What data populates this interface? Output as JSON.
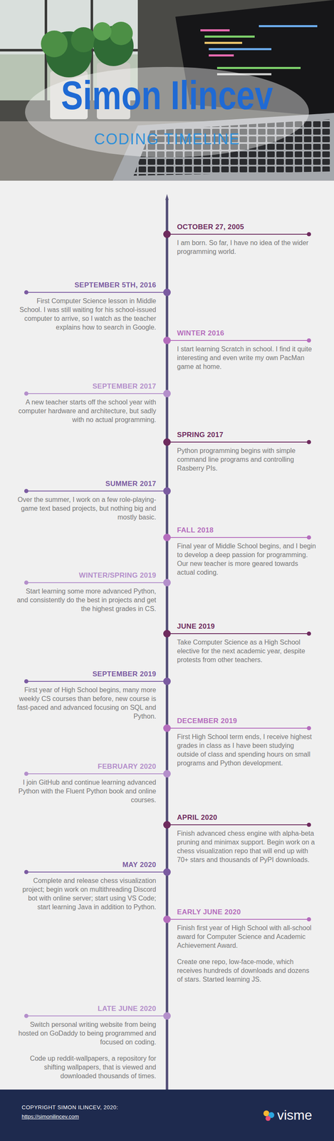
{
  "diagram": {
    "title": "Simon Ilincev",
    "nodes": [
      {
        "text": [
          "OCTOBER 27, 2005",
          "I am born. So far, I have no idea of the wider programming world."
        ]
      },
      {
        "text": [
          "SEPTEMBER 5TH, 2016",
          "First Computer Science lesson in Middle School. I was still waiting for his school-issued computer to arrive, so I watch as the teacher explains how to search in Google."
        ]
      },
      {
        "text": [
          "WINTER 2016",
          "I start learning Scratch in school. I find it quite interesting and even write my own PacMan game at home."
        ]
      },
      {
        "text": [
          "SEPTEMBER 2017",
          "A new teacher starts off the school year with computer hardware and architecture, but sadly with no actual programming."
        ]
      },
      {
        "text": [
          "SPRING 2017",
          "Python programming begins with simple command line programs and controlling Rasberry PIs."
        ]
      },
      {
        "text": [
          "SUMMER 2017",
          "Over the summer, I work on a few role-playing-game text based projects, but nothing big and mostly basic."
        ]
      },
      {
        "text": [
          "FALL 2018",
          "Final year of Middle School begins, and I begin to develop a deep passion for programming. Our new teacher is more geared towards actual coding."
        ]
      },
      {
        "text": [
          "WINTER/SPRING 2019",
          "Start learning some more advanced Python, and consistently do the best in projects and get the highest grades in CS."
        ]
      },
      {
        "text": [
          "JUNE 2019",
          "Take Computer Science as a High School elective for the next academic year, despite protests from other teachers."
        ]
      },
      {
        "text": [
          "SEPTEMBER 2019",
          "First year of High School begins, many more weekly CS courses than before, new course is fast-paced and advanced focusing on SQL and Python."
        ]
      },
      {
        "text": [
          "DECEMBER 2019",
          "First High School term ends, I receive highest grades in class as I have been studying outside of class and spending hours on small programs and Python development."
        ]
      },
      {
        "text": [
          "FEBRUARY 2020",
          "I join GitHub and continue learning advanced Python with the Fluent Python book and online courses."
        ]
      },
      {
        "text": [
          "APRIL 2020",
          "Finish advanced chess engine with alpha-beta pruning and minimax support. Begin work on a chess visualization repo that will end up with 70+ stars and thousands of PyPI downloads."
        ]
      },
      {
        "text": [
          "MAY 2020",
          "Complete and release chess visualization project; begin work on multithreading Discord bot with online server; start using VS Code; start learning Java in addition to Python."
        ]
      },
      {
        "text": [
          "EARLY JUNE 2020",
          "Finish first year of High School with all-school award for Computer Science and Academic Achievement Award.",
          "Create one repo, low-face-mode, which receives hundreds of downloads and dozens of stars. Started learning JS."
        ]
      },
      {
        "text": [
          "LATE JUNE 2020",
          "Switch personal writing website from being hosted on GoDaddy to being programmed and focused on coding.",
          "Code up reddit-wallpapers, a repository for shifting wallpapers, that is viewed and downloaded thousands of times."
        ]
      }
    ],
    "labels": [
      "CODING TIMELINE",
      "COPYRIGHT SIMON ILINCEV, 2020:",
      "https://simonilincev.com",
      "visme"
    ]
  }
}
